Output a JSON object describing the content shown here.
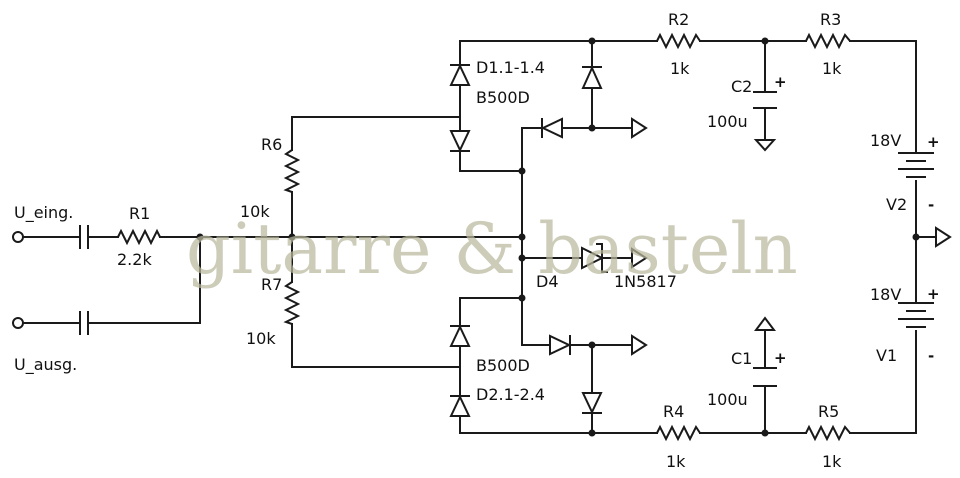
{
  "watermark": "gitarre & basteln",
  "terminals": {
    "input": "U_eing.",
    "output": "U_ausg."
  },
  "resistors": {
    "R1": {
      "name": "R1",
      "value": "2.2k"
    },
    "R2": {
      "name": "R2",
      "value": "1k"
    },
    "R3": {
      "name": "R3",
      "value": "1k"
    },
    "R4": {
      "name": "R4",
      "value": "1k"
    },
    "R5": {
      "name": "R5",
      "value": "1k"
    },
    "R6": {
      "name": "R6",
      "value": "10k"
    },
    "R7": {
      "name": "R7",
      "value": "10k"
    }
  },
  "capacitors": {
    "C1": {
      "name": "C1",
      "value": "100u"
    },
    "C2": {
      "name": "C2",
      "value": "100u"
    }
  },
  "bridges": {
    "top": {
      "name": "D1.1-1.4",
      "part": "B500D"
    },
    "bottom": {
      "name": "D2.1-2.4",
      "part": "B500D"
    }
  },
  "schottky": {
    "name": "D4",
    "part": "1N5817"
  },
  "supplies": {
    "V1": {
      "name": "V1",
      "voltage": "18V"
    },
    "V2": {
      "name": "V2",
      "voltage": "18V"
    }
  },
  "polarity": {
    "plus": "+",
    "minus": "-"
  }
}
